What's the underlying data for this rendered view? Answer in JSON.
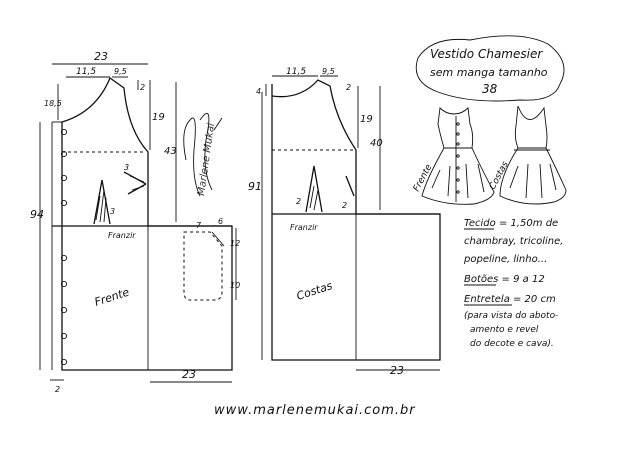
{
  "title": {
    "line1": "Vestido Chamesier",
    "line2": "sem manga tamanho",
    "size": "38"
  },
  "front": {
    "label": "Frente",
    "waist_label": "Franzir",
    "dims": {
      "top_width": "23",
      "neck_width": "11,5",
      "shoulder": "9,5",
      "shoulder_drop": "2",
      "neck_depth": "18,5",
      "armhole": "19",
      "side_top": "43",
      "total_length": "94",
      "bottom_width": "23",
      "placket": "2",
      "dart": "3",
      "pocket_width": "7",
      "pocket_edge": "6",
      "pocket_depth_top": "12",
      "pocket_depth_bottom": "10"
    }
  },
  "back": {
    "label": "Costas",
    "waist_label": "Franzir",
    "dims": {
      "neck_width": "11,5",
      "shoulder": "9,5",
      "shoulder_drop": "2",
      "neck_depth": "4",
      "armhole": "19",
      "side_top": "40",
      "total_length": "91",
      "bottom_width": "23",
      "dart": "2"
    }
  },
  "sketch": {
    "front_caption": "Frente",
    "back_caption": "Costas"
  },
  "notes": {
    "fabric": "Tecido = 1,50m de",
    "fabric2": "chambray, tricoline,",
    "fabric3": "popeline, linho...",
    "buttons": "Botões = 9 a 12",
    "interfacing": "Entretela = 20 cm",
    "paren1": "(para vista do aboto-",
    "paren2": "amento e revel",
    "paren3": "do decote e cava)."
  },
  "signature": "Marlene Mukai",
  "website": "www.marlenemukai.com.br"
}
